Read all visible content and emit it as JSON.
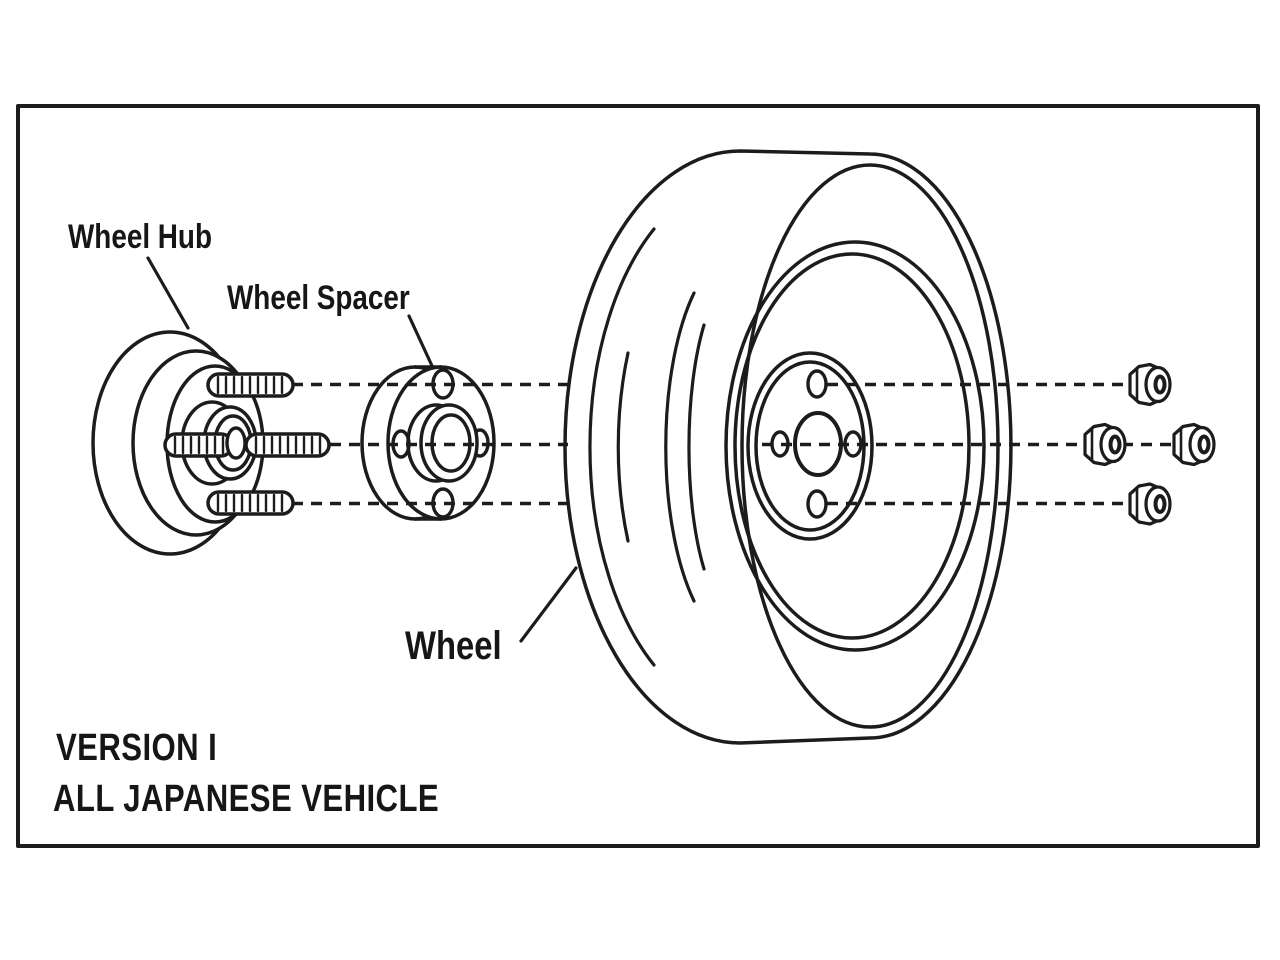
{
  "diagram": {
    "type": "wheel-spacer-installation-exploded-view",
    "background_color": "#ffffff",
    "line_color": "#1c1c1c",
    "labels": {
      "wheel_hub": "Wheel Hub",
      "wheel_spacer": "Wheel Spacer",
      "wheel": "Wheel",
      "caption_line1": "VERSION I",
      "caption_line2": "ALL JAPANESE VEHICLE"
    }
  }
}
